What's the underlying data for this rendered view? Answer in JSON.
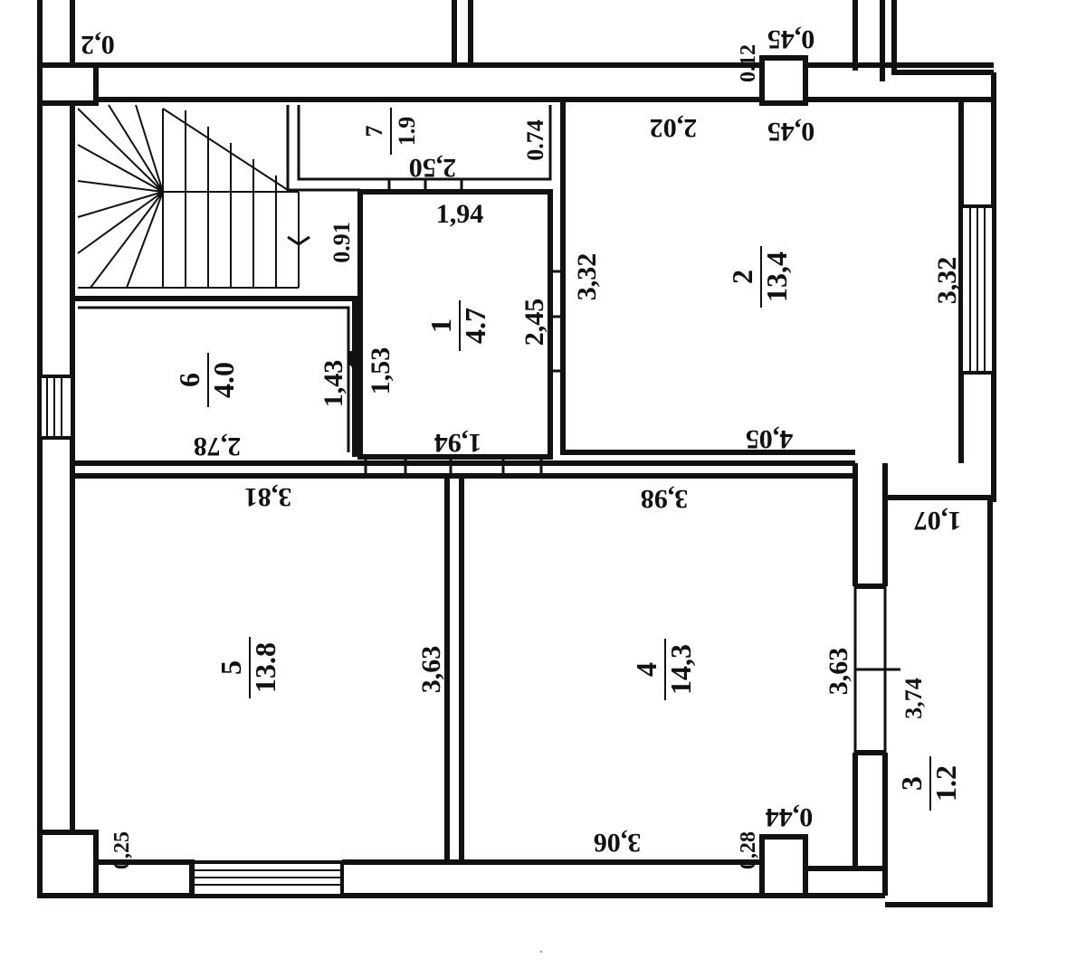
{
  "rooms": [
    {
      "id": "1",
      "number": "1",
      "area": "4.7"
    },
    {
      "id": "2",
      "number": "2",
      "area": "13,4"
    },
    {
      "id": "3",
      "number": "3",
      "area": "1.2"
    },
    {
      "id": "4",
      "number": "4",
      "area": "14,3"
    },
    {
      "id": "5",
      "number": "5",
      "area": "13.8"
    },
    {
      "id": "6",
      "number": "6",
      "area": "4.0"
    },
    {
      "id": "7",
      "number": "7",
      "area": "1.9"
    }
  ],
  "dimensions": {
    "top_wall_corner": "0,2",
    "top_column_upper": "0,45",
    "top_column_side": "0.12",
    "top_column_lower": "0,45",
    "room2_top": "2,02",
    "room7_right": "0.74",
    "room7_bottom": "2,50",
    "stair_right": "0.91",
    "room1_top": "1,94",
    "room1_bottom": "1,94",
    "room1_left_outer": "1,53",
    "room1_right": "2,45",
    "room2_left": "3,32",
    "room2_right": "3,32",
    "room2_bottom": "4,05",
    "room6_right": "1,43",
    "room6_bottom": "2,78",
    "room5_top": "3,81",
    "room5_right": "3,63",
    "room4_top": "3,98",
    "room4_right": "3,63",
    "room3_top": "1,07",
    "room3_left": "3,74",
    "room4_bottom": "3,06",
    "bottom_column_upper": "0,44",
    "bottom_column_side": "0,28",
    "bottom_left_column": "0,25"
  }
}
